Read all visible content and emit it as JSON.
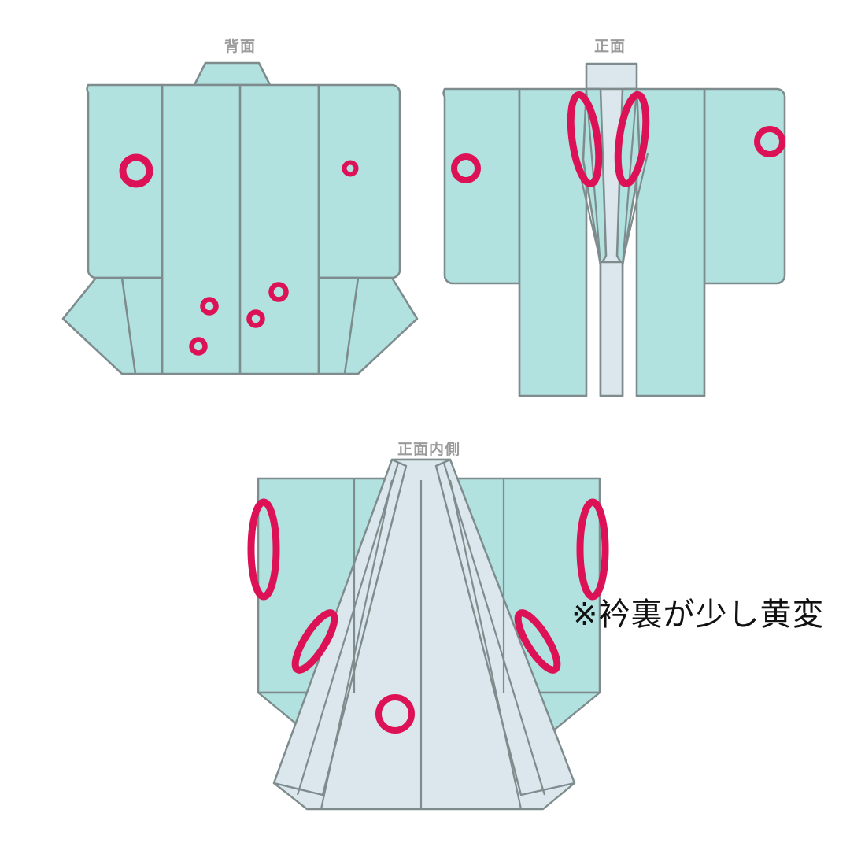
{
  "document": {
    "type": "kimono-condition-diagram",
    "background_color": "#ffffff",
    "views_count": 3
  },
  "palette": {
    "fabric_teal": "#b2e2e0",
    "lining_light": "#dbe7ec",
    "outline_gray": "#7f8c8d",
    "marker_magenta": "#dd1155",
    "label_gray": "#9b9b9b",
    "note_black": "#111111"
  },
  "views": [
    {
      "id": "back",
      "label": "背面",
      "marker_count": 6,
      "markers": [
        {
          "shape": "circle",
          "size": "large",
          "position": "left-sleeve"
        },
        {
          "shape": "circle",
          "size": "small",
          "position": "right-sleeve-edge"
        },
        {
          "shape": "circle",
          "size": "small",
          "position": "lower-center-left-upper"
        },
        {
          "shape": "circle",
          "size": "small",
          "position": "lower-center-left-lower"
        },
        {
          "shape": "circle",
          "size": "small",
          "position": "lower-center-right-lower"
        },
        {
          "shape": "circle",
          "size": "small",
          "position": "lower-center-right-upper"
        }
      ]
    },
    {
      "id": "front",
      "label": "正面",
      "marker_count": 4,
      "markers": [
        {
          "shape": "circle",
          "size": "medium",
          "position": "left-sleeve"
        },
        {
          "shape": "circle",
          "size": "medium",
          "position": "right-sleeve-edge"
        },
        {
          "shape": "ellipse",
          "size": "tall",
          "position": "collar-left"
        },
        {
          "shape": "ellipse",
          "size": "tall",
          "position": "collar-right"
        }
      ]
    },
    {
      "id": "inner",
      "label": "正面内側",
      "marker_count": 5,
      "markers": [
        {
          "shape": "ellipse",
          "size": "tall",
          "position": "left-sleeve-edge"
        },
        {
          "shape": "ellipse",
          "size": "tall",
          "position": "right-sleeve-edge"
        },
        {
          "shape": "ellipse",
          "size": "diagonal",
          "position": "collar-lining-left"
        },
        {
          "shape": "ellipse",
          "size": "diagonal",
          "position": "collar-lining-right"
        },
        {
          "shape": "circle",
          "size": "large",
          "position": "lower-center-lining"
        }
      ]
    }
  ],
  "note": {
    "marker_symbol": "※",
    "text": "※衿裏が少し黄変"
  }
}
